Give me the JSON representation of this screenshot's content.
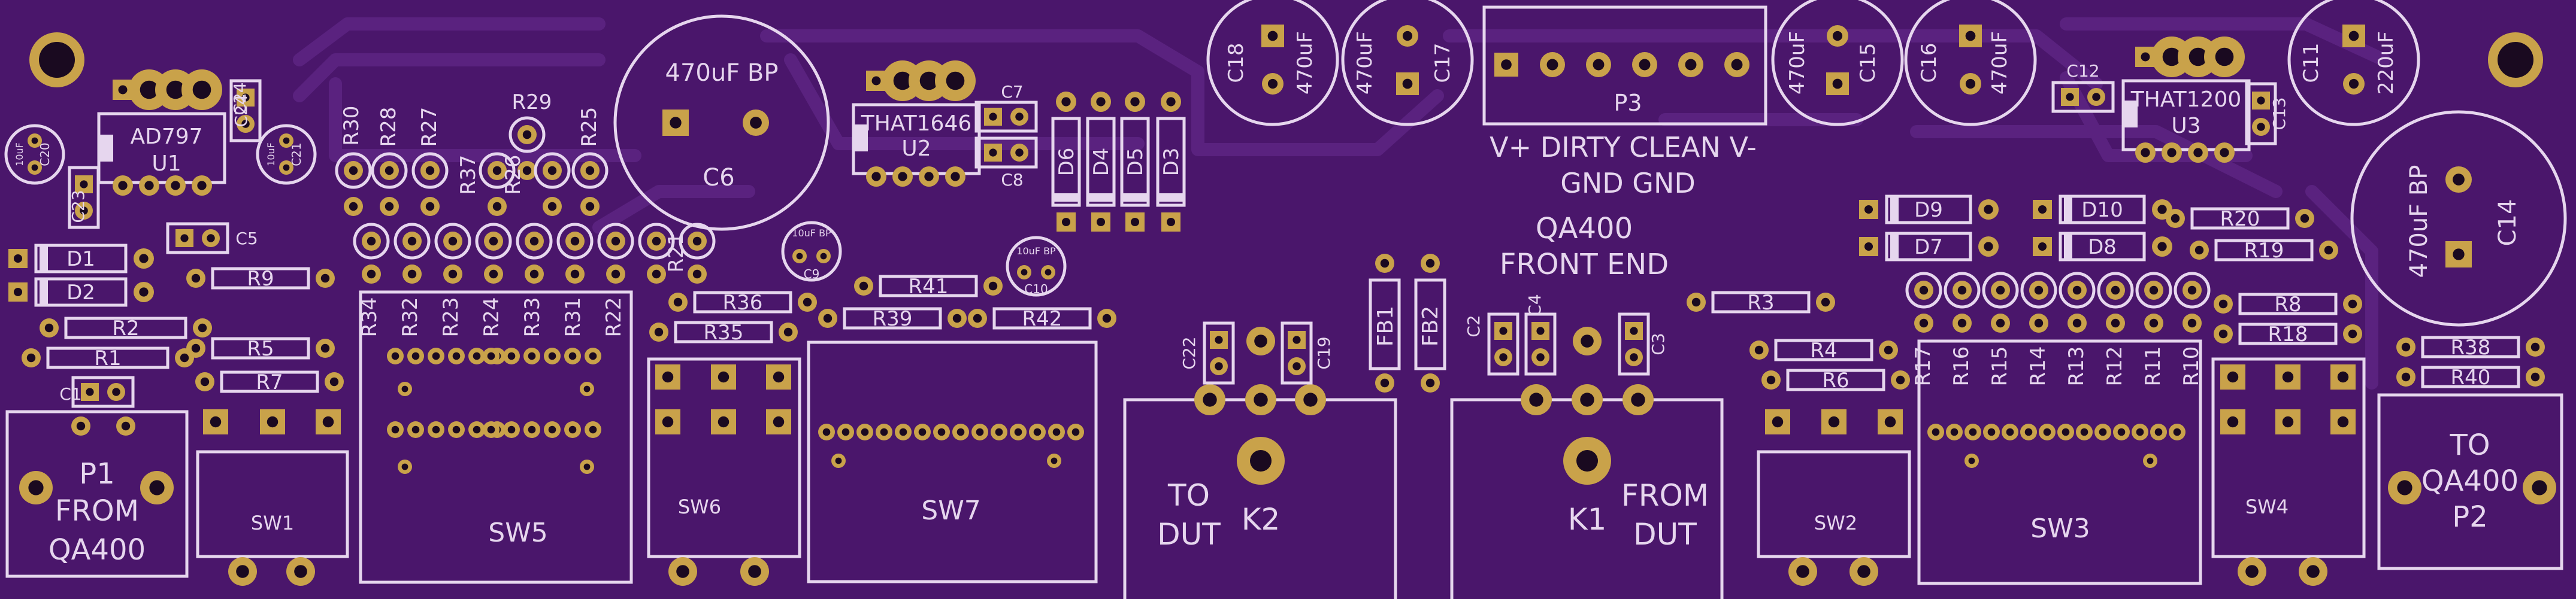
{
  "colors": {
    "board": "#4a166b",
    "silk": "#e6d6ee",
    "trace": "#5c2482",
    "pad": "#c9a24a",
    "hole": "#1a0a20"
  },
  "labels": {
    "u1": "U1",
    "u1_part": "AD797",
    "u2": "U2",
    "u2_part": "THAT1646",
    "u3": "U3",
    "u3_part": "THAT1200",
    "c6": "C6",
    "c6_val": "470uF BP",
    "c14": "C14",
    "c14_val": "470uF BP",
    "c18": "C18",
    "c18_val": "470uF",
    "c17": "C17",
    "c17_val": "470uF",
    "c15": "C15",
    "c15_val": "470uF",
    "c16": "C16",
    "c16_val": "470uF",
    "c11": "C11",
    "c11_val": "220uF",
    "c20": "C20",
    "c20_val": "10uF",
    "c21": "C21",
    "c21_val": "10uF",
    "c9": "C9",
    "c9_val": "10uF BP",
    "c10": "C10",
    "c10_val": "10uF BP",
    "c1": "C1",
    "c2": "C2",
    "c3": "C3",
    "c4": "C4",
    "c5": "C5",
    "c7": "C7",
    "c8": "C8",
    "c12": "C12",
    "c13": "C13",
    "c19": "C19",
    "c22": "C22",
    "c23": "C23",
    "c24": "C24",
    "p3": "P3",
    "p3_line1": "V+  DIRTY  CLEAN  V-",
    "p3_line2": "GND     GND",
    "board_title_1": "QA400",
    "board_title_2": "FRONT END",
    "p1": "P1",
    "p1_line1": "FROM",
    "p1_line2": "QA400",
    "p2": "P2",
    "p2_line1": "TO",
    "p2_line2": "QA400",
    "k2": "K2",
    "k2_line1": "TO",
    "k2_line2": "DUT",
    "k1": "K1",
    "k1_line1": "FROM",
    "k1_line2": "DUT",
    "sw1": "SW1",
    "sw2": "SW2",
    "sw3": "SW3",
    "sw4": "SW4",
    "sw5": "SW5",
    "sw6": "SW6",
    "sw7": "SW7",
    "fb1": "FB1",
    "fb2": "FB2",
    "d1": "D1",
    "d2": "D2",
    "d3": "D3",
    "d4": "D4",
    "d5": "D5",
    "d6": "D6",
    "d7": "D7",
    "d8": "D8",
    "d9": "D9",
    "d10": "D10",
    "r1": "R1",
    "r2": "R2",
    "r3": "R3",
    "r4": "R4",
    "r5": "R5",
    "r6": "R6",
    "r7": "R7",
    "r8": "R8",
    "r9": "R9",
    "r10": "R10",
    "r11": "R11",
    "r12": "R12",
    "r13": "R13",
    "r14": "R14",
    "r15": "R15",
    "r16": "R16",
    "r17": "R17",
    "r18": "R18",
    "r19": "R19",
    "r20": "R20",
    "r21": "R21",
    "r22": "R22",
    "r23": "R23",
    "r24": "R24",
    "r25": "R25",
    "r26": "R26",
    "r27": "R27",
    "r28": "R28",
    "r29": "R29",
    "r30": "R30",
    "r31": "R31",
    "r32": "R32",
    "r33": "R33",
    "r34": "R34",
    "r35": "R35",
    "r36": "R36",
    "r37": "R37",
    "r38": "R38",
    "r39": "R39",
    "r40": "R40",
    "r41": "R41",
    "r42": "R42"
  }
}
